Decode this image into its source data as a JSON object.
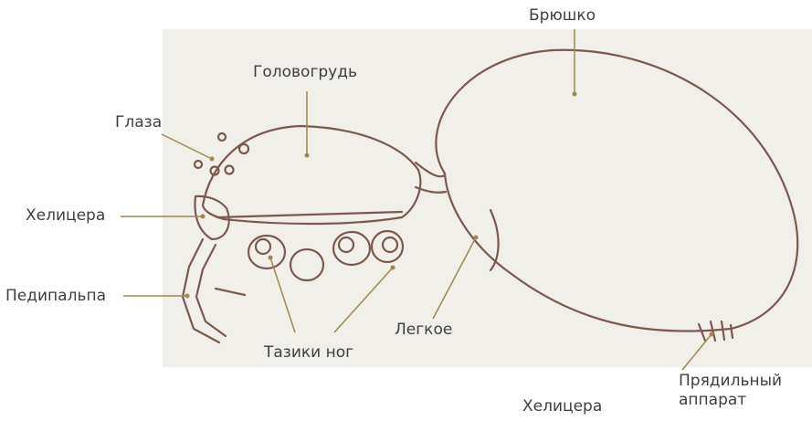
{
  "labels": {
    "bryushko": "Брюшко",
    "golovogrud": "Головогрудь",
    "glaza": "Глаза",
    "helicera": "Хелицера",
    "pedipalpa": "Педипальпа",
    "legkoe": "Легкое",
    "tazik": "Тазики ног",
    "pryadilny_1": "Прядильный",
    "pryadilny_2": "аппарат",
    "helicera_bottom": "Хелицера"
  },
  "colors": {
    "leader": "#a0864f",
    "sketch": "#7a5a4e",
    "paper": "#f1efea",
    "text": "#3f3f3f"
  }
}
